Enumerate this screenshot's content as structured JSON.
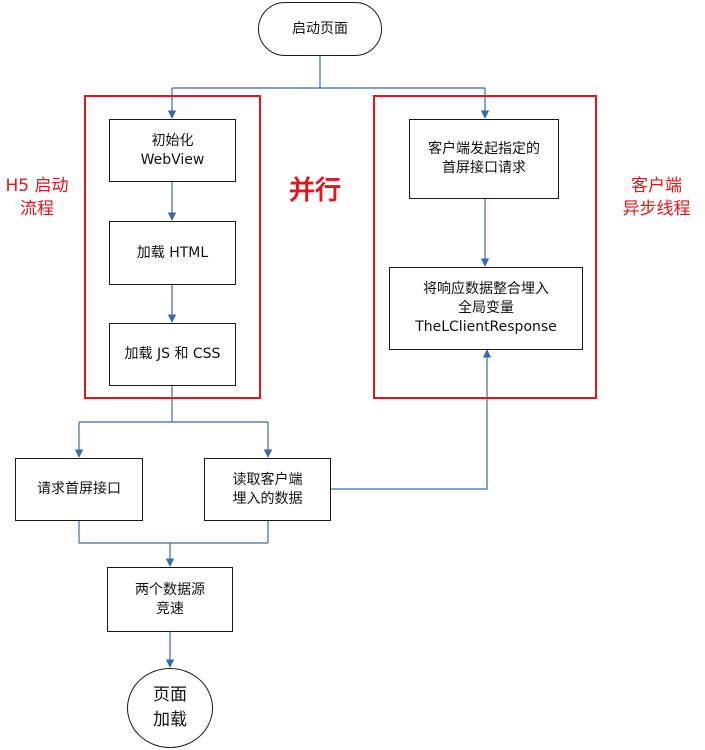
{
  "diagram": {
    "start_node": {
      "lines": [
        "启动页面"
      ]
    },
    "h5_group": {
      "label_lines": [
        "H5 启动",
        "流程"
      ]
    },
    "parallel_label": "并行",
    "client_group": {
      "label_lines": [
        "客户端",
        "异步线程"
      ]
    },
    "nodes": {
      "init_webview": {
        "lines": [
          "初始化",
          "WebView"
        ]
      },
      "load_html": {
        "lines": [
          "加载 HTML"
        ]
      },
      "load_js_css": {
        "lines": [
          "加载 JS 和 CSS"
        ]
      },
      "client_request": {
        "lines": [
          "客户端发起指定的",
          "首屏接口请求"
        ]
      },
      "embed_response": {
        "lines": [
          "将响应数据整合埋入",
          "全局变量",
          "TheLClientResponse"
        ]
      },
      "request_api": {
        "lines": [
          "请求首屏接口"
        ]
      },
      "read_client_data": {
        "lines": [
          "读取客户端",
          "埋入的数据"
        ]
      },
      "race": {
        "lines": [
          "两个数据源",
          "竞速"
        ]
      }
    },
    "end_node": {
      "lines": [
        "页面",
        "加载"
      ]
    },
    "colors": {
      "frame_red": "#e0161b",
      "arrow_blue": "#3a6aa8",
      "box_border": "#1a1a1a"
    }
  }
}
